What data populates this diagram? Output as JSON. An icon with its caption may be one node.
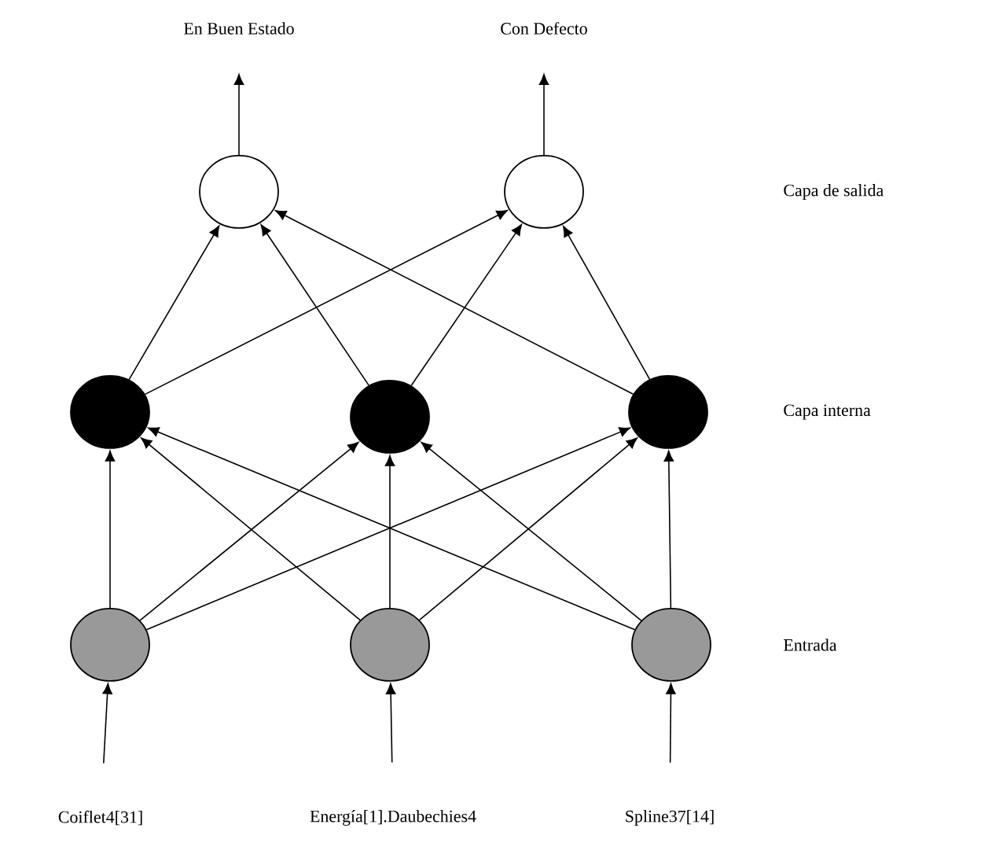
{
  "diagram": {
    "nodes": [
      {
        "text": [
          "En Buen Estado"
        ]
      },
      {
        "text": [
          "Con Defecto"
        ]
      },
      {
        "text": [],
        "shape": "circle"
      },
      {
        "text": [],
        "shape": "circle"
      },
      {
        "text": [],
        "shape": "circle"
      },
      {
        "text": [],
        "shape": "circle"
      },
      {
        "text": [],
        "shape": "circle"
      },
      {
        "text": [],
        "shape": "circle"
      },
      {
        "text": [],
        "shape": "circle"
      },
      {
        "text": [],
        "shape": "circle"
      },
      {
        "text": [
          "Coiflet4[31]"
        ]
      },
      {
        "text": [
          "Energía[1].Daubechies4"
        ]
      },
      {
        "text": [
          "Spline37[14]"
        ]
      }
    ],
    "edges": [
      {
        "from": 2,
        "to": 0,
        "arrow": "to"
      },
      {
        "from": 3,
        "to": 1,
        "arrow": "to"
      },
      {
        "from": 4,
        "to": 2,
        "arrow": "to"
      },
      {
        "from": 4,
        "to": 3,
        "arrow": "to"
      },
      {
        "from": 5,
        "to": 2,
        "arrow": "to"
      },
      {
        "from": 5,
        "to": 3,
        "arrow": "to"
      },
      {
        "from": 6,
        "to": 2,
        "arrow": "to"
      },
      {
        "from": 6,
        "to": 3,
        "arrow": "to"
      },
      {
        "from": 7,
        "to": 4,
        "arrow": "to"
      },
      {
        "from": 7,
        "to": 5,
        "arrow": "to"
      },
      {
        "from": 7,
        "to": 6,
        "arrow": "to"
      },
      {
        "from": 8,
        "to": 4,
        "arrow": "to"
      },
      {
        "from": 8,
        "to": 5,
        "arrow": "to"
      },
      {
        "from": 8,
        "to": 6,
        "arrow": "to"
      },
      {
        "from": 9,
        "to": 4,
        "arrow": "to"
      },
      {
        "from": 9,
        "to": 5,
        "arrow": "to"
      },
      {
        "from": 9,
        "to": 6,
        "arrow": "to"
      },
      {
        "from": 10,
        "to": 7,
        "arrow": "to"
      },
      {
        "from": 11,
        "to": 8,
        "arrow": "to"
      },
      {
        "from": 12,
        "to": 9,
        "arrow": "to"
      }
    ],
    "labels": [
      "Capa de salida",
      "Capa interna",
      "Entrada"
    ]
  }
}
